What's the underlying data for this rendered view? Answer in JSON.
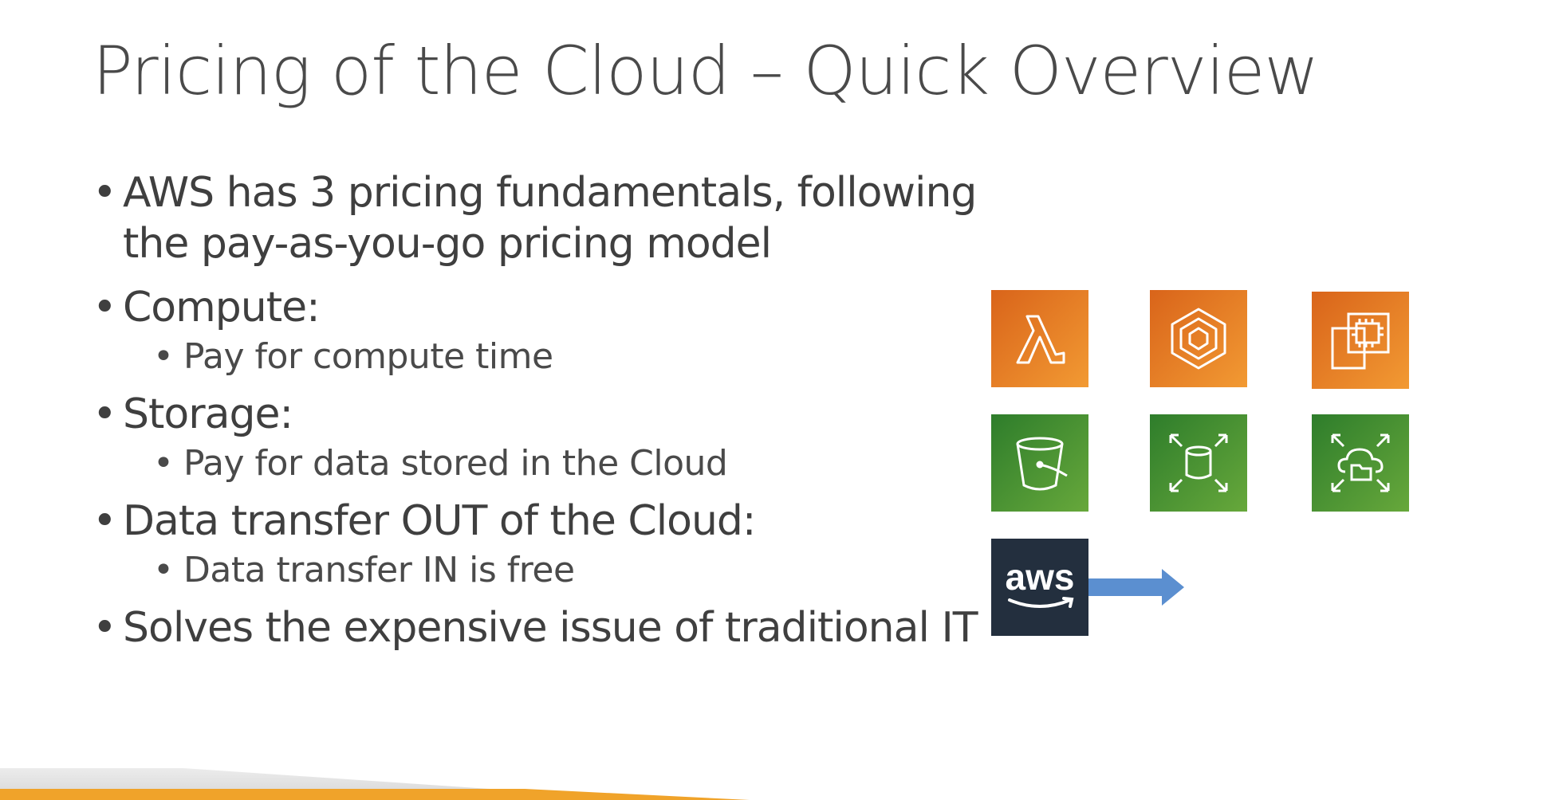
{
  "slide": {
    "title": "Pricing of the Cloud – Quick Overview",
    "bullets": [
      {
        "text": "AWS has 3 pricing fundamentals, following the pay-as-you-go pricing model",
        "sub": []
      },
      {
        "text": "Compute:",
        "sub": [
          "Pay for compute time"
        ]
      },
      {
        "text": "Storage:",
        "sub": [
          "Pay for data stored in the Cloud"
        ]
      },
      {
        "text": "Data transfer OUT of the Cloud:",
        "sub": [
          "Data transfer IN is free"
        ]
      },
      {
        "text": "Solves the expensive issue of traditional IT",
        "sub": []
      }
    ]
  },
  "icons": {
    "row1": [
      "lambda-icon",
      "ecs-icon",
      "ec2-icon"
    ],
    "row2": [
      "s3-bucket-icon",
      "ebs-volume-icon",
      "efs-file-system-icon"
    ],
    "row3": [
      "aws-logo",
      "transfer-arrow-icon"
    ],
    "logo_text": "aws",
    "colors": {
      "compute": "#e7782a",
      "storage": "#4c9432",
      "aws": "#232f3e",
      "arrow": "#5b8fd0",
      "footer_accent": "#f0a32a"
    }
  }
}
